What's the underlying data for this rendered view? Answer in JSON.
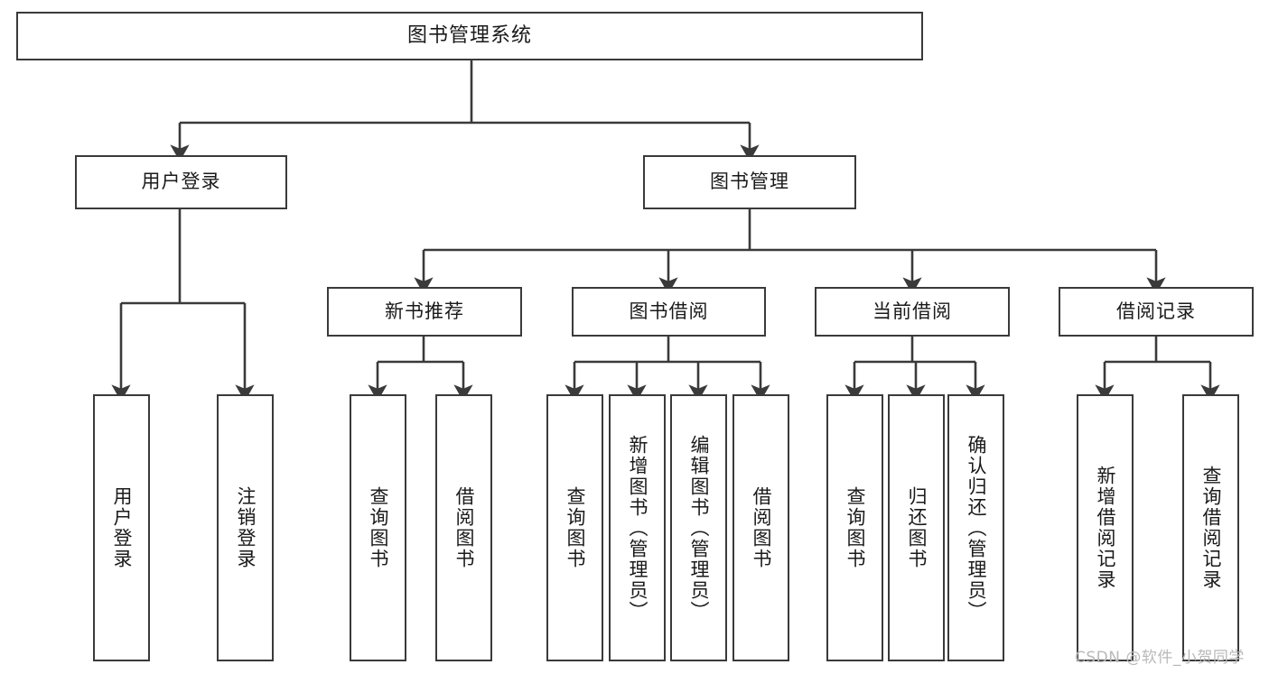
{
  "diagram": {
    "title": "图书管理系统",
    "type": "functional-structure-tree",
    "watermark": "CSDN @软件_小贺同学",
    "colors": {
      "box_border": "#3a3a3a",
      "box_fill": "#ffffff",
      "connector": "#3a3a3a",
      "text": "#1a1a1a",
      "watermark": "#b9b9b9",
      "background": "#ffffff"
    },
    "root": {
      "label": "图书管理系统",
      "orientation": "horizontal"
    },
    "level1": [
      {
        "label": "用户登录",
        "orientation": "horizontal"
      },
      {
        "label": "图书管理",
        "orientation": "horizontal"
      }
    ],
    "level2": [
      {
        "label": "新书推荐",
        "orientation": "horizontal",
        "parent": "图书管理"
      },
      {
        "label": "图书借阅",
        "orientation": "horizontal",
        "parent": "图书管理"
      },
      {
        "label": "当前借阅",
        "orientation": "horizontal",
        "parent": "图书管理"
      },
      {
        "label": "借阅记录",
        "orientation": "horizontal",
        "parent": "图书管理"
      }
    ],
    "leaves": [
      {
        "label": "用户登录",
        "orientation": "vertical",
        "parent": "用户登录"
      },
      {
        "label": "注销登录",
        "orientation": "vertical",
        "parent": "用户登录"
      },
      {
        "label": "查询图书",
        "orientation": "vertical",
        "parent": "新书推荐"
      },
      {
        "label": "借阅图书",
        "orientation": "vertical",
        "parent": "新书推荐"
      },
      {
        "label": "查询图书",
        "orientation": "vertical",
        "parent": "图书借阅"
      },
      {
        "label": "新增图书（管理员）",
        "orientation": "vertical",
        "parent": "图书借阅"
      },
      {
        "label": "编辑图书（管理员）",
        "orientation": "vertical",
        "parent": "图书借阅"
      },
      {
        "label": "借阅图书",
        "orientation": "vertical",
        "parent": "图书借阅"
      },
      {
        "label": "查询图书",
        "orientation": "vertical",
        "parent": "当前借阅"
      },
      {
        "label": "归还图书",
        "orientation": "vertical",
        "parent": "当前借阅"
      },
      {
        "label": "确认归还（管理员）",
        "orientation": "vertical",
        "parent": "当前借阅"
      },
      {
        "label": "新增借阅记录",
        "orientation": "vertical",
        "parent": "借阅记录"
      },
      {
        "label": "查询借阅记录",
        "orientation": "vertical",
        "parent": "借阅记录"
      }
    ]
  }
}
